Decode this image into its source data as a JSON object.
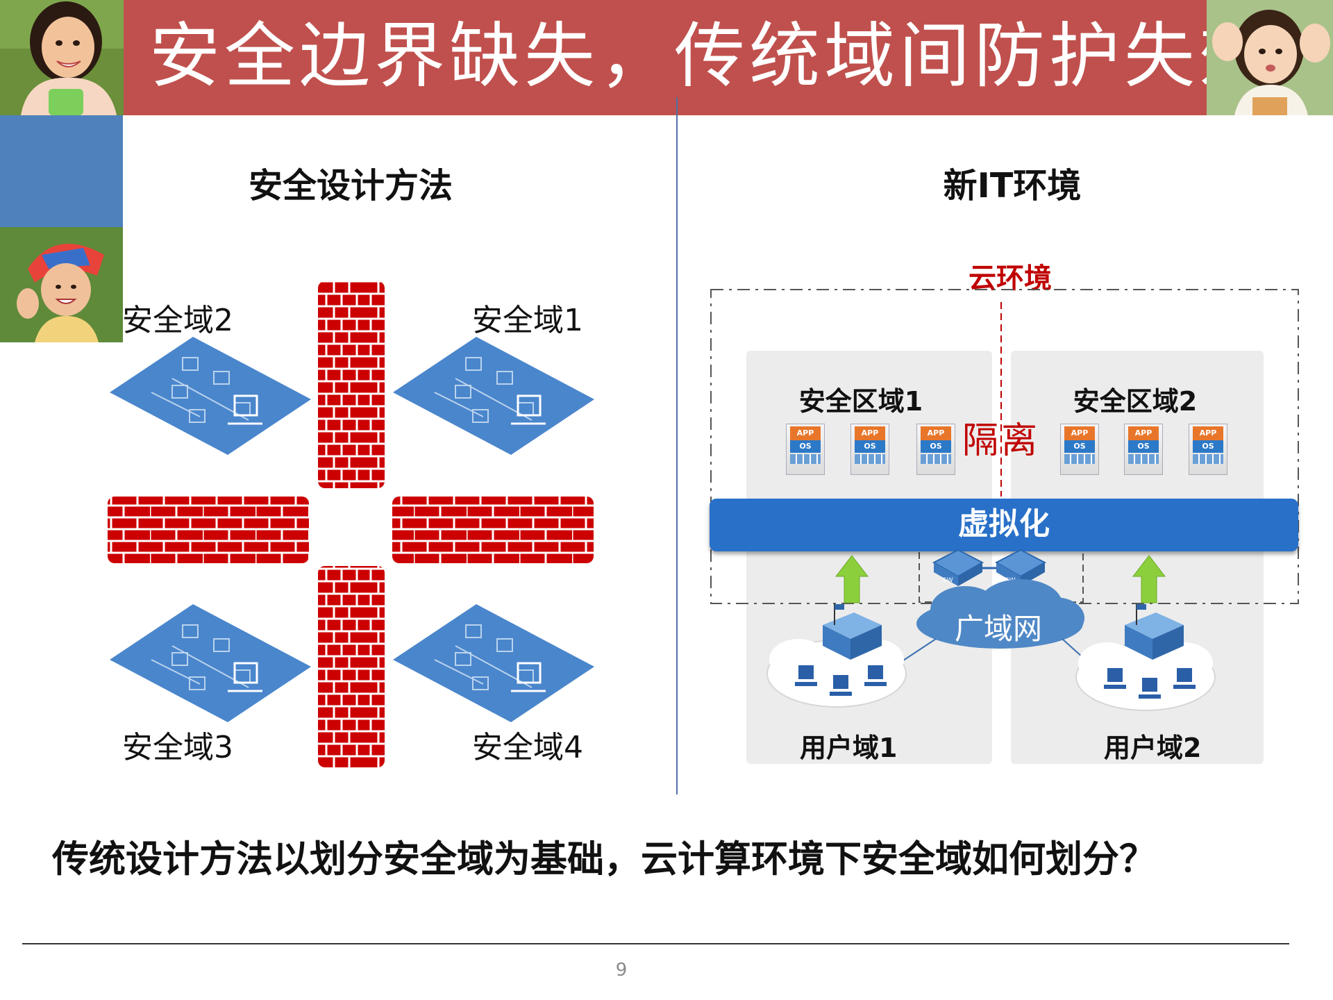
{
  "slide": {
    "title": "安全边界缺失，传统域间防护失效",
    "page_number": "9",
    "bottom_question": "传统设计方法以划分安全域为基础，云计算环境下安全域如何划分？"
  },
  "left_panel": {
    "heading": "安全设计方法",
    "zones": [
      "安全域2",
      "安全域1",
      "安全域3",
      "安全域4"
    ]
  },
  "right_panel": {
    "heading": "新IT环境",
    "cloud_label": "云环境",
    "security_area_1": "安全区域1",
    "security_area_2": "安全区域2",
    "isolation_chars": [
      "隔",
      "离"
    ],
    "virtualization": "虚拟化",
    "wan": "广域网",
    "user_domain_1": "用户域1",
    "user_domain_2": "用户域2",
    "app_icon": {
      "app": "APP",
      "os": "OS"
    },
    "switch_label": "SW"
  },
  "colors": {
    "title_bar": "#c0504d",
    "side_block": "#4f81bd",
    "firewall": "#cc0000",
    "platform": "#4a86cc",
    "virtualization": "#2870c8",
    "isolation": "#c00000",
    "arrow": "#8ccf3c"
  },
  "icons": [
    "child-photo",
    "firewall-brick-wall",
    "network-platform",
    "app-os-server-icon",
    "switch-icon",
    "cloud-icon",
    "building-icon",
    "computer-icon",
    "up-arrow-icon"
  ]
}
